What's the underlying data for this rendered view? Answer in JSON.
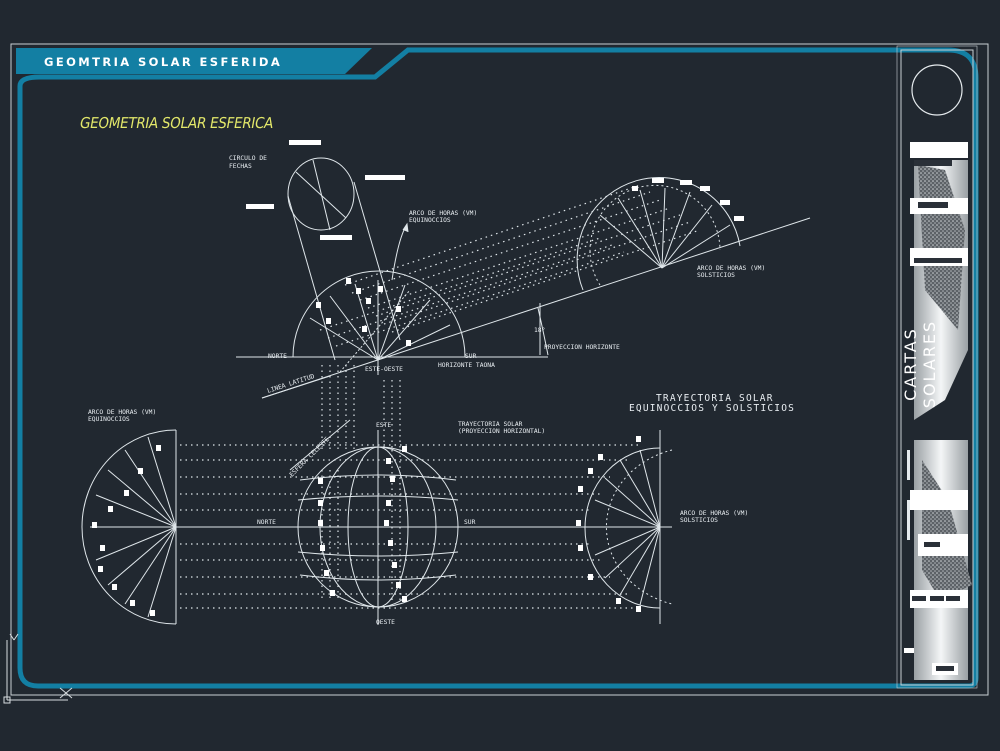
{
  "header": {
    "title": "GEOMTRIA SOLAR ESFERIDA"
  },
  "drawing": {
    "title": "GEOMETRIA SOLAR ESFERICA"
  },
  "panel": {
    "vertical_title": "CARTAS SOLARES"
  },
  "labels": {
    "circulo_1": "CIRCULO DE",
    "circulo_2": "FECHAS",
    "arco_eq_top_1": "ARCO DE HORAS (VM)",
    "arco_eq_top_2": "EQUINOCCIOS",
    "arco_sol_top_1": "ARCO DE HORAS (VM)",
    "arco_sol_top_2": "SOLSTICIOS",
    "angle": "18°",
    "proyeccion": "PROYECCION HORIZONTE",
    "norte_top": "NORTE",
    "sur_top": "SUR",
    "este_oeste": "ESTE-OESTE",
    "horizonte": "HORIZONTE TAONA",
    "linea_latitud": "LINEA LATITUD",
    "trayectoria_1": "TRAYECTORIA SOLAR",
    "trayectoria_2": "EQUINOCCIOS Y SOLSTICIOS",
    "arco_eq_left_1": "ARCO DE HORAS (VM)",
    "arco_eq_left_2": "EQUINOCCIOS",
    "trayectoria_h_1": "TRAYECTORIA SOLAR",
    "trayectoria_h_2": "(PROYECCION HORIZONTAL)",
    "esfera_celeste": "ESFERA CELESTE",
    "este_bottom": "ESTE",
    "norte_bottom": "NORTE",
    "sur_bottom": "SUR",
    "oeste_bottom": "OESTE",
    "arco_sol_right_1": "ARCO DE HORAS (VM)",
    "arco_sol_right_2": "SOLSTICIOS"
  },
  "colors": {
    "background": "#212830",
    "frame_blue": "#137fa3",
    "line": "#dfe6ea",
    "title_yellow": "#e3e86a"
  }
}
